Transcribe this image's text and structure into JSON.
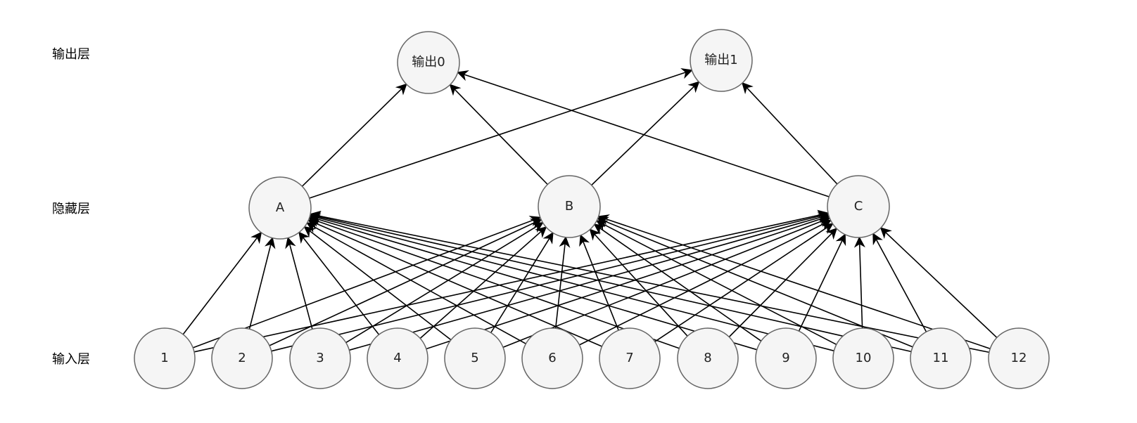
{
  "layer_labels": {
    "output": "输出层",
    "hidden": "隐藏层",
    "input": "输入层"
  },
  "nodes": {
    "output": [
      "输出0",
      "输出1"
    ],
    "hidden": [
      "A",
      "B",
      "C"
    ],
    "input": [
      "1",
      "2",
      "3",
      "4",
      "5",
      "6",
      "7",
      "8",
      "9",
      "10",
      "11",
      "12"
    ]
  },
  "connections": {
    "input_to_hidden": "fully-connected",
    "hidden_to_output": "fully-connected"
  },
  "colors": {
    "node_fill": "#f5f5f5",
    "node_stroke": "#666666",
    "edge": "#000000",
    "text": "#222222"
  }
}
